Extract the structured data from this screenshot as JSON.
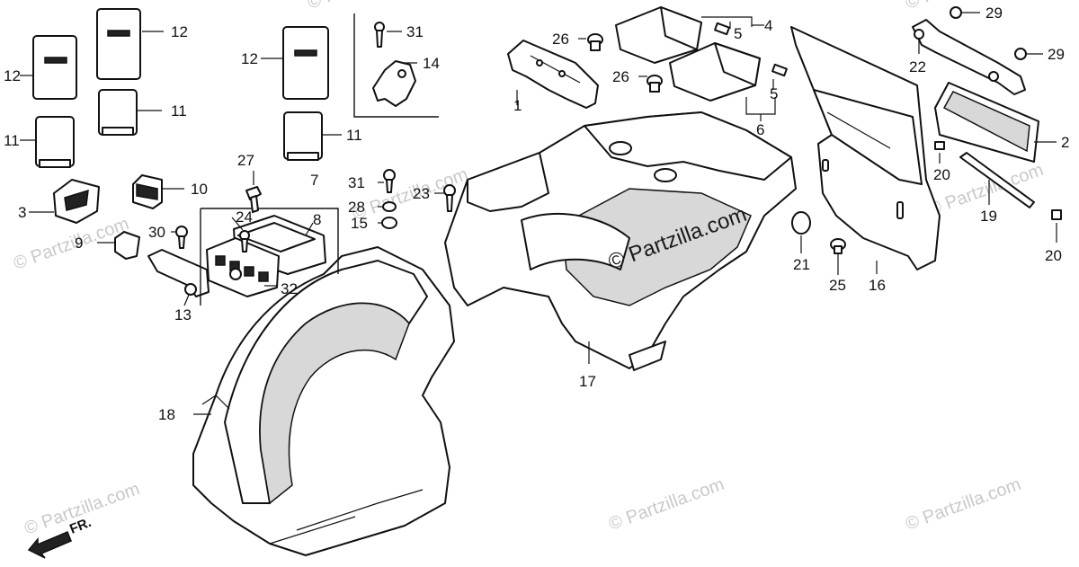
{
  "watermarks": {
    "site": "© Partzilla.com",
    "center": "© Partzilla.com"
  },
  "direction_label": "FR.",
  "callouts": [
    "1",
    "2",
    "3",
    "4",
    "5",
    "5",
    "6",
    "7",
    "8",
    "9",
    "10",
    "11",
    "11",
    "11",
    "12",
    "12",
    "12",
    "13",
    "14",
    "15",
    "16",
    "17",
    "18",
    "19",
    "20",
    "20",
    "21",
    "22",
    "23",
    "24",
    "25",
    "26",
    "26",
    "27",
    "28",
    "29",
    "29",
    "30",
    "31",
    "31",
    "32"
  ]
}
